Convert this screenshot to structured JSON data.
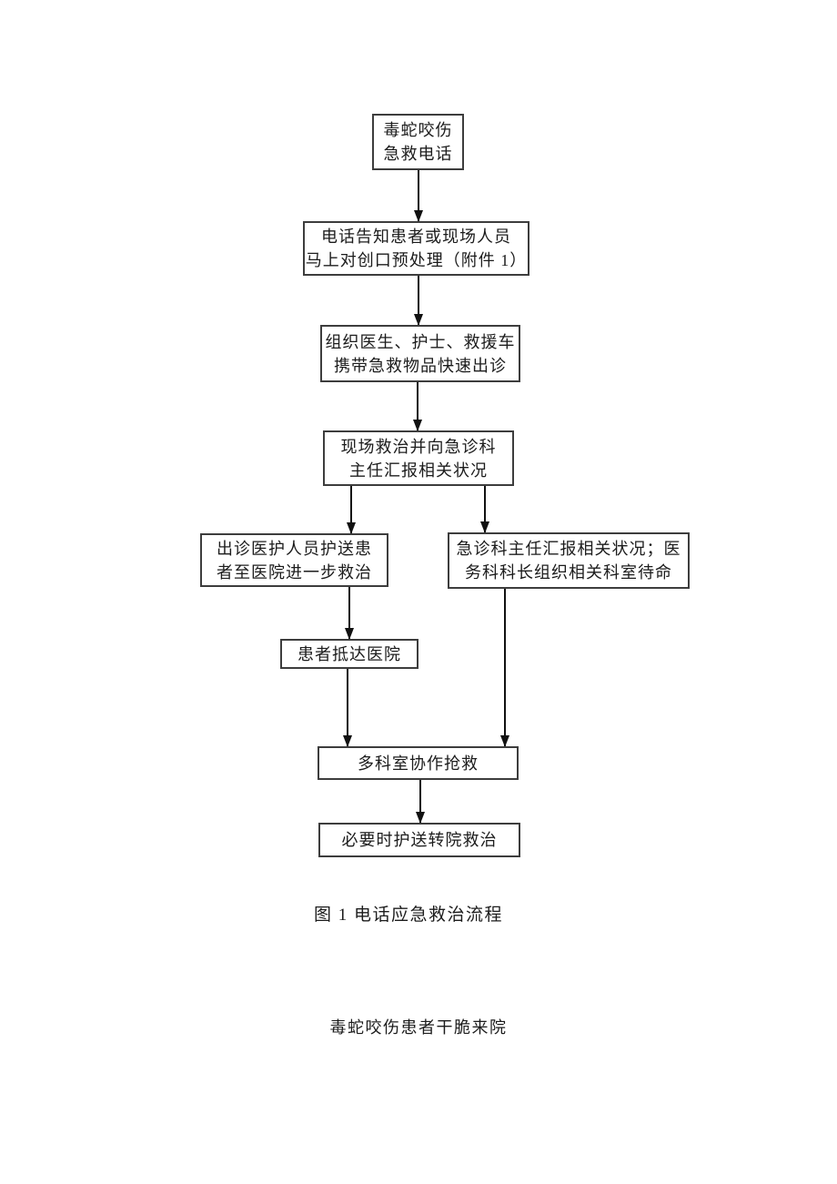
{
  "document": {
    "figure_caption": "图 1 电话应急救治流程",
    "following_text": "毒蛇咬伤患者干脆来院"
  },
  "flowchart": {
    "nodes": {
      "snakebite_hotline": {
        "text": "毒蛇咬伤\n急救电话"
      },
      "phone_wound_pretreatment": {
        "text": "电话告知患者或现场人员\n马上对创口预处理（附件 1）"
      },
      "dispatch_team": {
        "text": "组织医生、护士、救援车\n携带急救物品快速出诊"
      },
      "onsite_treatment_report": {
        "text": "现场救治并向急诊科\n主任汇报相关状况"
      },
      "escort_to_hospital": {
        "text": "出诊医护人员护送患\n者至医院进一步救治"
      },
      "director_report_standby": {
        "text": "急诊科主任汇报相关状况；医\n务科科长组织相关科室待命"
      },
      "patient_arrives": {
        "text": "患者抵达医院"
      },
      "multidept_rescue": {
        "text": "多科室协作抢救"
      },
      "transfer_treatment": {
        "text": "必要时护送转院救治"
      }
    },
    "edges": [
      {
        "from": "snakebite_hotline",
        "to": "phone_wound_pretreatment"
      },
      {
        "from": "phone_wound_pretreatment",
        "to": "dispatch_team"
      },
      {
        "from": "dispatch_team",
        "to": "onsite_treatment_report"
      },
      {
        "from": "onsite_treatment_report",
        "to": "escort_to_hospital"
      },
      {
        "from": "onsite_treatment_report",
        "to": "director_report_standby"
      },
      {
        "from": "escort_to_hospital",
        "to": "patient_arrives"
      },
      {
        "from": "patient_arrives",
        "to": "multidept_rescue"
      },
      {
        "from": "director_report_standby",
        "to": "multidept_rescue"
      },
      {
        "from": "multidept_rescue",
        "to": "transfer_treatment"
      }
    ]
  },
  "colors": {
    "page_background": "#ffffff",
    "box_border": "#3d3d3d",
    "text": "#1c1c1c",
    "arrow": "#111111"
  }
}
